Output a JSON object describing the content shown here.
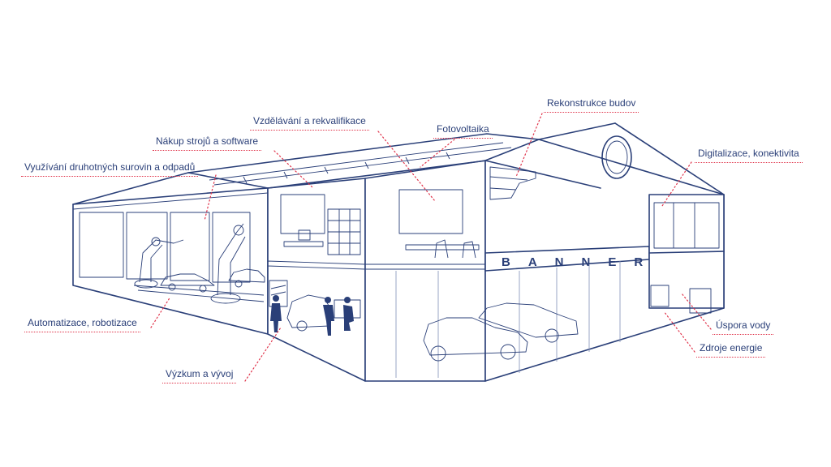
{
  "banner": "BANNER",
  "labels": {
    "rekonstrukce": "Rekonstrukce budov",
    "vzdelavani": "Vzdělávání a rekvalifikace",
    "fotovoltaika": "Fotovoltaika",
    "nakup": "Nákup strojů a software",
    "vyuzivani": "Využívání druhotných surovin a odpadů",
    "digitalizace": "Digitalizace, konektivita",
    "automatizace": "Automatizace, robotizace",
    "vyzkum": "Výzkum a vývoj",
    "uspora": "Úspora vody",
    "zdroje": "Zdroje energie"
  },
  "colors": {
    "line": "#2a3f78",
    "leader": "#e0334a"
  }
}
